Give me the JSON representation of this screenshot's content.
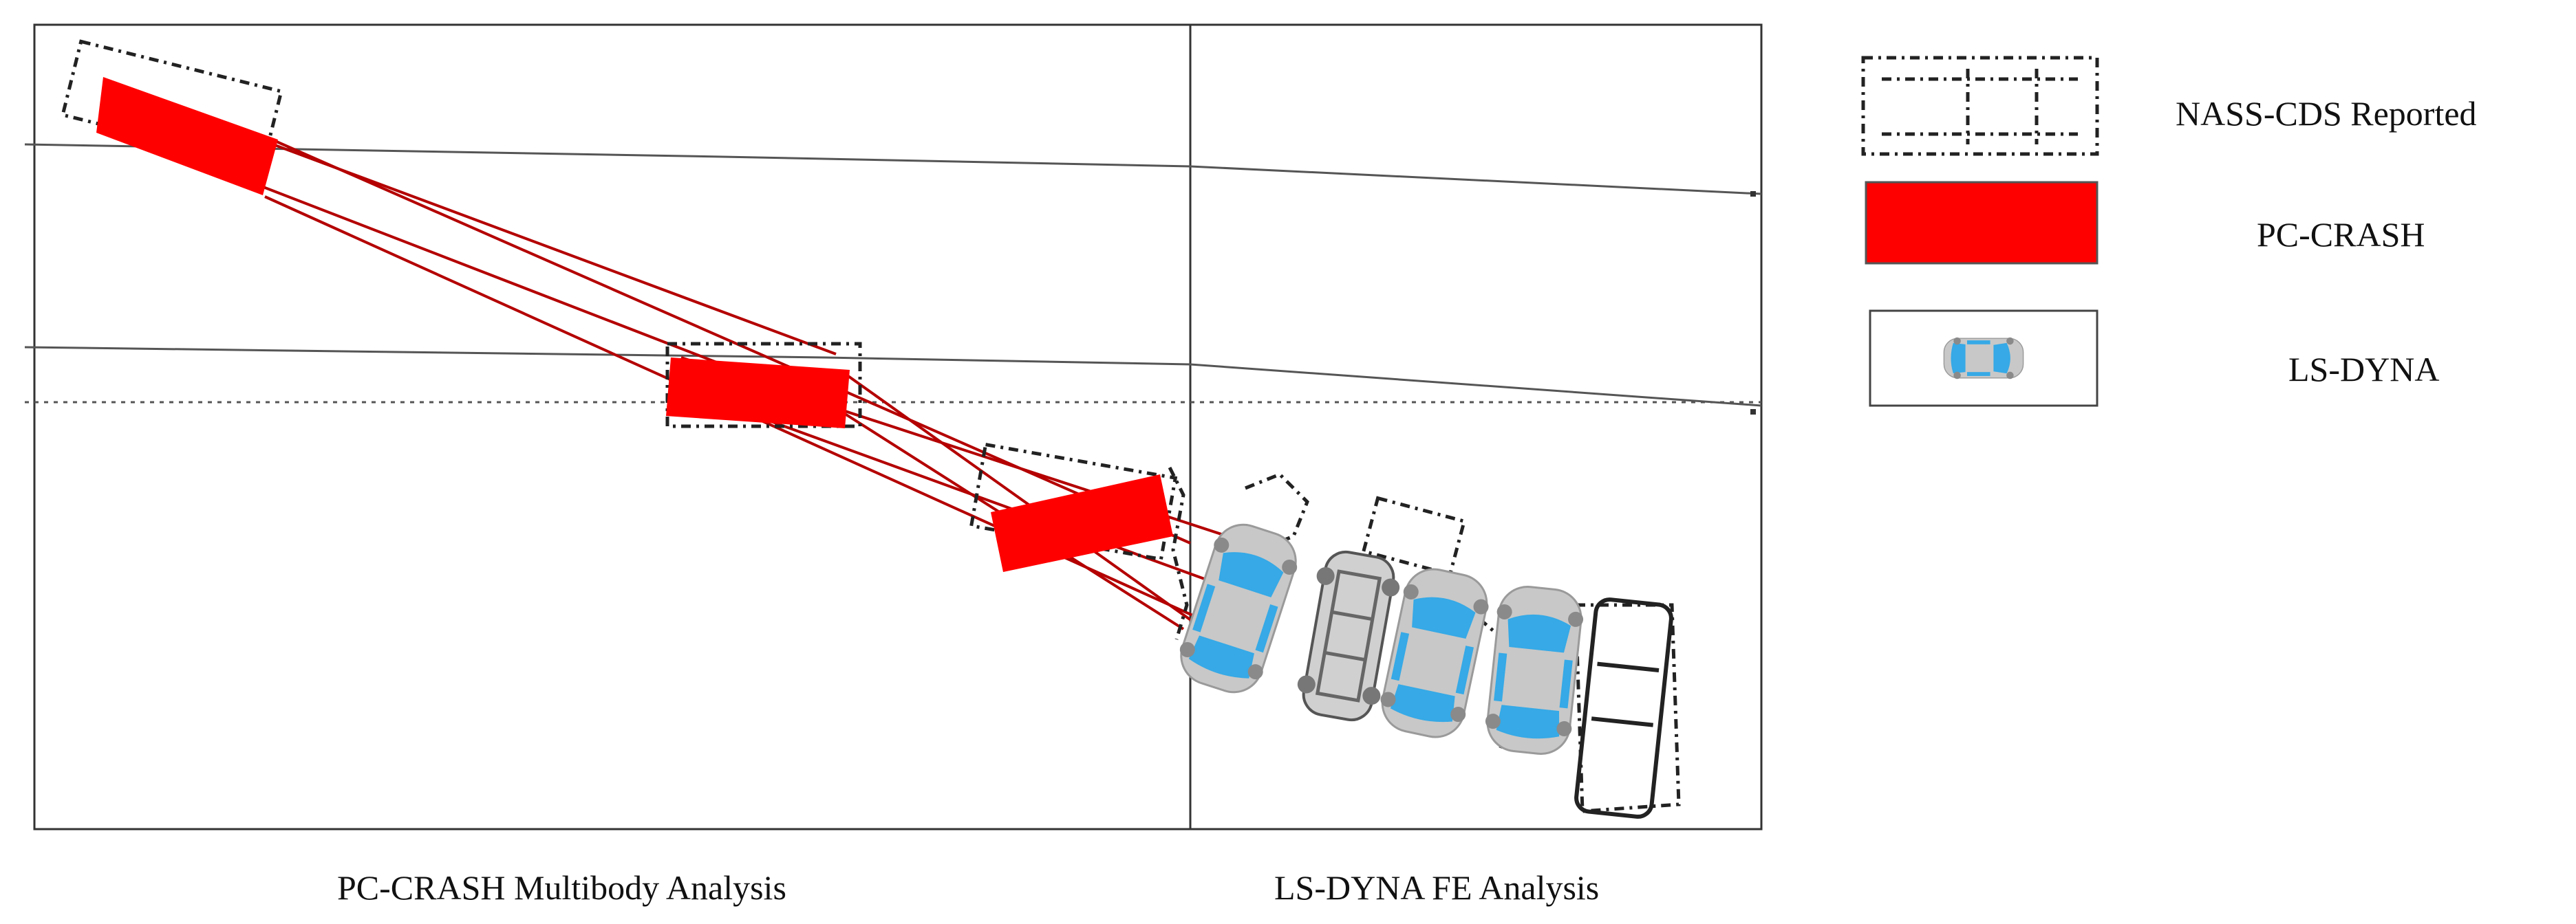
{
  "legend": {
    "nass_label": "NASS-CDS Reported",
    "pccrash_label": "PC-CRASH",
    "lsdyna_label": "LS-DYNA"
  },
  "captions": {
    "left": "PC-CRASH Multibody Analysis",
    "right": "LS-DYNA FE Analysis"
  },
  "colors": {
    "pccrash": "#ff0000",
    "trajectory": "#b40000",
    "vehicle_body": "#c8c8c8",
    "vehicle_glass": "#36a9e6",
    "frame": "#444444"
  }
}
